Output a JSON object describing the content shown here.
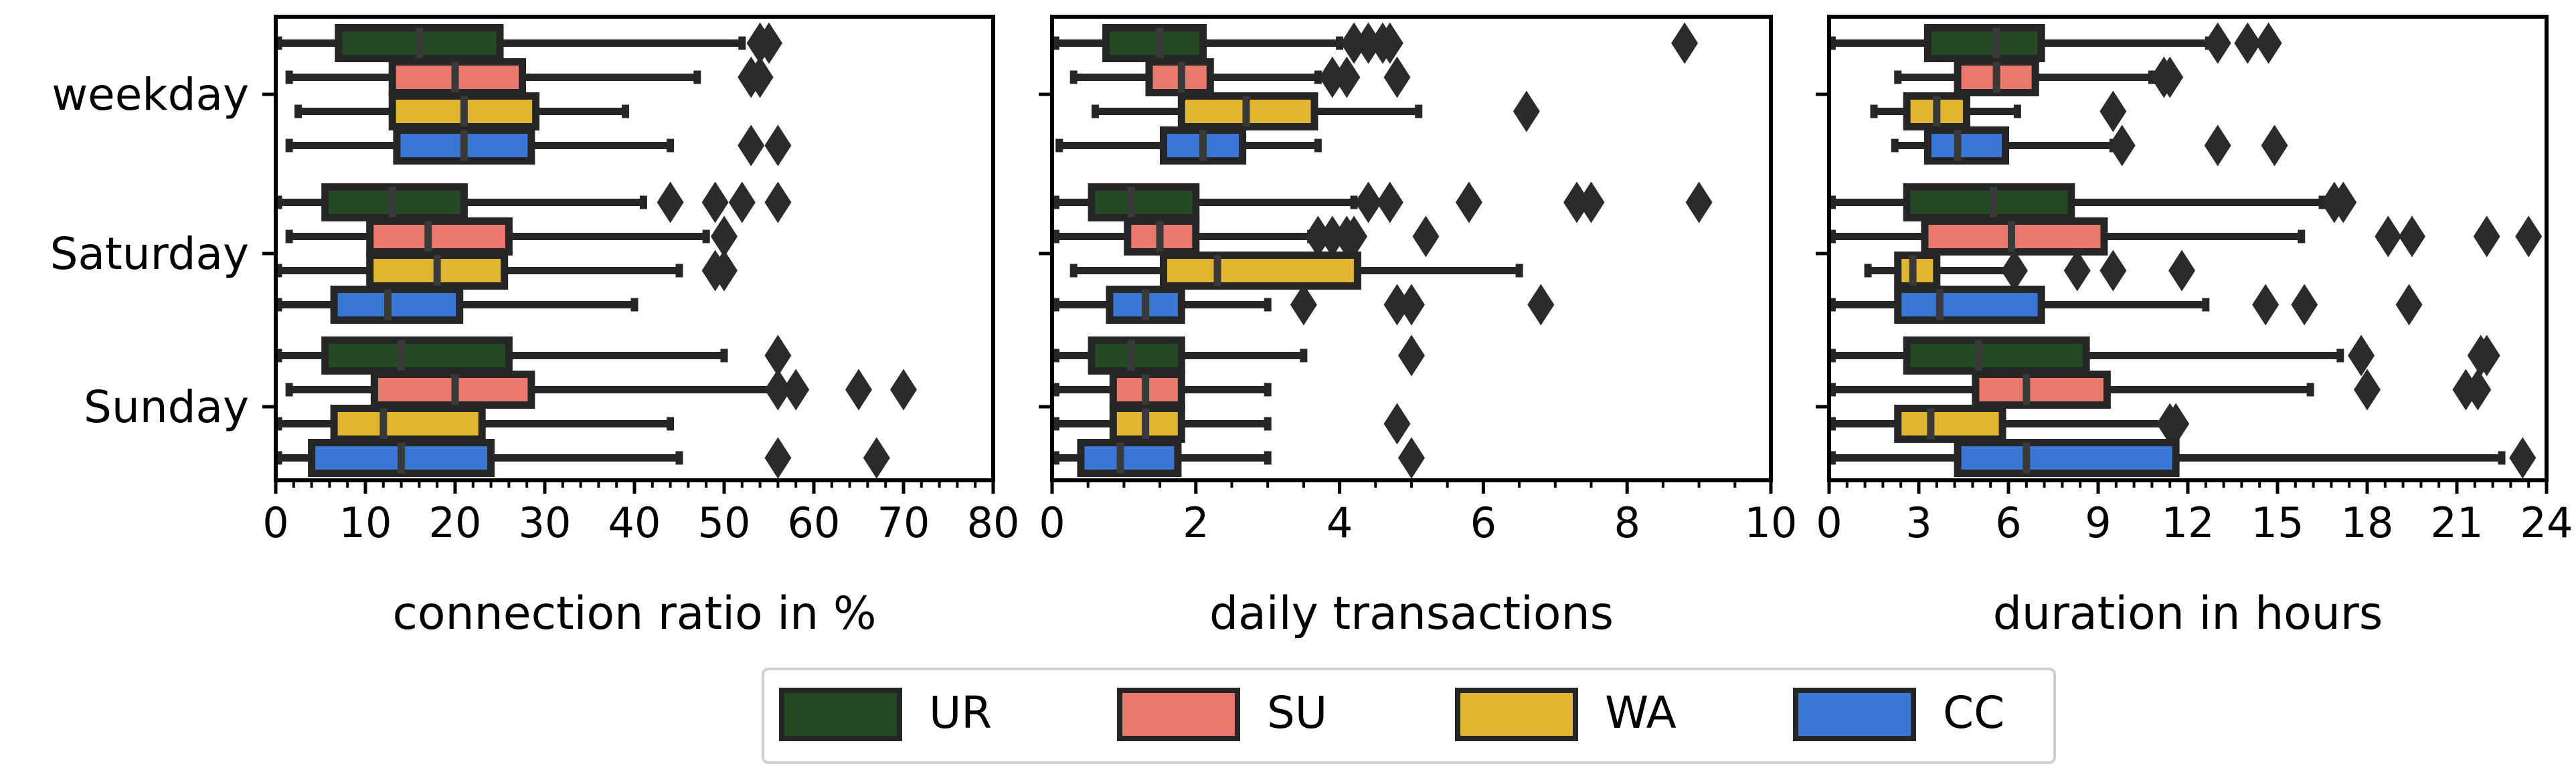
{
  "chart_data": [
    {
      "type": "boxplot",
      "orientation": "horizontal",
      "xlabel": "connection ratio in %",
      "ylabel": "",
      "xlim": [
        0,
        80
      ],
      "xticks": [
        0,
        10,
        20,
        30,
        40,
        50,
        60,
        70,
        80
      ],
      "xtick_labels": [
        "0",
        "10",
        "20",
        "30",
        "40",
        "50",
        "60",
        "70",
        "80"
      ],
      "categories": [
        "weekday",
        "Saturday",
        "Sunday"
      ],
      "series": [
        {
          "name": "UR",
          "color": "#234a23",
          "boxes": [
            {
              "whislo": 0.3,
              "q1": 7,
              "med": 16,
              "q3": 25,
              "whishi": 52,
              "fliers": [
                54,
                55
              ]
            },
            {
              "whislo": 0.3,
              "q1": 5.5,
              "med": 13,
              "q3": 21,
              "whishi": 41,
              "fliers": [
                44,
                49,
                52,
                56
              ]
            },
            {
              "whislo": 0.3,
              "q1": 5.5,
              "med": 14,
              "q3": 26,
              "whishi": 50,
              "fliers": [
                56
              ]
            }
          ]
        },
        {
          "name": "SU",
          "color": "#e8796c",
          "boxes": [
            {
              "whislo": 1.5,
              "q1": 13,
              "med": 20,
              "q3": 27.5,
              "whishi": 47,
              "fliers": [
                53,
                54
              ]
            },
            {
              "whislo": 1.5,
              "q1": 10.5,
              "med": 17,
              "q3": 26,
              "whishi": 48,
              "fliers": [
                50
              ]
            },
            {
              "whislo": 1.5,
              "q1": 11,
              "med": 20,
              "q3": 28.5,
              "whishi": 56,
              "fliers": [
                56,
                58,
                65,
                70
              ]
            }
          ]
        },
        {
          "name": "WA",
          "color": "#e0b630",
          "boxes": [
            {
              "whislo": 2.5,
              "q1": 13,
              "med": 21,
              "q3": 29,
              "whishi": 39,
              "fliers": []
            },
            {
              "whislo": 0.3,
              "q1": 10.5,
              "med": 18,
              "q3": 25.5,
              "whishi": 45,
              "fliers": [
                49,
                50
              ]
            },
            {
              "whislo": 0.3,
              "q1": 6.5,
              "med": 12,
              "q3": 23,
              "whishi": 44,
              "fliers": []
            }
          ]
        },
        {
          "name": "CC",
          "color": "#3a76d4",
          "boxes": [
            {
              "whislo": 1.5,
              "q1": 13.5,
              "med": 21,
              "q3": 28.5,
              "whishi": 44,
              "fliers": [
                53,
                56
              ]
            },
            {
              "whislo": 0.3,
              "q1": 6.5,
              "med": 12.5,
              "q3": 20.5,
              "whishi": 40,
              "fliers": []
            },
            {
              "whislo": 0.3,
              "q1": 4,
              "med": 14,
              "q3": 24,
              "whishi": 45,
              "fliers": [
                56,
                67
              ]
            }
          ]
        }
      ]
    },
    {
      "type": "boxplot",
      "orientation": "horizontal",
      "xlabel": "daily transactions",
      "ylabel": "",
      "xlim": [
        0,
        10
      ],
      "xticks": [
        0,
        2,
        4,
        6,
        8,
        10
      ],
      "xtick_labels": [
        "0",
        "2",
        "4",
        "6",
        "8",
        "10"
      ],
      "categories": [
        "weekday",
        "Saturday",
        "Sunday"
      ],
      "series": [
        {
          "name": "UR",
          "color": "#234a23",
          "boxes": [
            {
              "whislo": 0.05,
              "q1": 0.75,
              "med": 1.5,
              "q3": 2.1,
              "whishi": 4.0,
              "fliers": [
                4.2,
                4.4,
                4.6,
                4.7,
                8.8
              ]
            },
            {
              "whislo": 0.05,
              "q1": 0.55,
              "med": 1.1,
              "q3": 2.0,
              "whishi": 4.2,
              "fliers": [
                4.4,
                4.7,
                5.8,
                7.3,
                7.5,
                9.0
              ]
            },
            {
              "whislo": 0.05,
              "q1": 0.55,
              "med": 1.1,
              "q3": 1.8,
              "whishi": 3.5,
              "fliers": [
                5.0
              ]
            }
          ]
        },
        {
          "name": "SU",
          "color": "#e8796c",
          "boxes": [
            {
              "whislo": 0.3,
              "q1": 1.35,
              "med": 1.8,
              "q3": 2.2,
              "whishi": 3.7,
              "fliers": [
                3.9,
                4.1,
                4.8
              ]
            },
            {
              "whislo": 0.05,
              "q1": 1.05,
              "med": 1.5,
              "q3": 2.0,
              "whishi": 3.6,
              "fliers": [
                3.7,
                3.9,
                4.1,
                4.2,
                5.2
              ]
            },
            {
              "whislo": 0.05,
              "q1": 0.85,
              "med": 1.3,
              "q3": 1.8,
              "whishi": 3.0,
              "fliers": []
            }
          ]
        },
        {
          "name": "WA",
          "color": "#e0b630",
          "boxes": [
            {
              "whislo": 0.6,
              "q1": 1.8,
              "med": 2.7,
              "q3": 3.65,
              "whishi": 5.1,
              "fliers": [
                6.6
              ]
            },
            {
              "whislo": 0.3,
              "q1": 1.55,
              "med": 2.3,
              "q3": 4.25,
              "whishi": 6.5,
              "fliers": []
            },
            {
              "whislo": 0.05,
              "q1": 0.85,
              "med": 1.3,
              "q3": 1.8,
              "whishi": 3.0,
              "fliers": [
                4.8
              ]
            }
          ]
        },
        {
          "name": "CC",
          "color": "#3a76d4",
          "boxes": [
            {
              "whislo": 0.1,
              "q1": 1.55,
              "med": 2.1,
              "q3": 2.65,
              "whishi": 3.7,
              "fliers": []
            },
            {
              "whislo": 0.05,
              "q1": 0.8,
              "med": 1.3,
              "q3": 1.8,
              "whishi": 3.0,
              "fliers": [
                3.5,
                4.8,
                5.0,
                6.8
              ]
            },
            {
              "whislo": 0.05,
              "q1": 0.4,
              "med": 0.95,
              "q3": 1.75,
              "whishi": 3.0,
              "fliers": [
                5.0
              ]
            }
          ]
        }
      ]
    },
    {
      "type": "boxplot",
      "orientation": "horizontal",
      "xlabel": "duration in hours",
      "ylabel": "",
      "xlim": [
        0,
        24
      ],
      "xticks": [
        0,
        3,
        6,
        9,
        12,
        15,
        18,
        21,
        24
      ],
      "xtick_labels": [
        "0",
        "3",
        "6",
        "9",
        "12",
        "15",
        "18",
        "21",
        "24"
      ],
      "categories": [
        "weekday",
        "Saturday",
        "Sunday"
      ],
      "series": [
        {
          "name": "UR",
          "color": "#234a23",
          "boxes": [
            {
              "whislo": 0.1,
              "q1": 3.3,
              "med": 5.6,
              "q3": 7.1,
              "whishi": 12.7,
              "fliers": [
                13,
                14,
                14.7
              ]
            },
            {
              "whislo": 0.1,
              "q1": 2.6,
              "med": 5.5,
              "q3": 8.1,
              "whishi": 16.5,
              "fliers": [
                16.9,
                17.2
              ]
            },
            {
              "whislo": 0.1,
              "q1": 2.6,
              "med": 5.0,
              "q3": 8.6,
              "whishi": 17.1,
              "fliers": [
                17.8,
                21.8,
                22.0
              ]
            }
          ]
        },
        {
          "name": "SU",
          "color": "#e8796c",
          "boxes": [
            {
              "whislo": 2.3,
              "q1": 4.3,
              "med": 5.6,
              "q3": 6.9,
              "whishi": 10.8,
              "fliers": [
                11.2,
                11.4
              ]
            },
            {
              "whislo": 0.1,
              "q1": 3.2,
              "med": 6.1,
              "q3": 9.2,
              "whishi": 15.8,
              "fliers": [
                18.7,
                19.5,
                22.0,
                23.4
              ]
            },
            {
              "whislo": 0.1,
              "q1": 4.9,
              "med": 6.6,
              "q3": 9.3,
              "whishi": 16.1,
              "fliers": [
                18.0,
                21.3,
                21.7
              ]
            }
          ]
        },
        {
          "name": "WA",
          "color": "#e0b630",
          "boxes": [
            {
              "whislo": 1.5,
              "q1": 2.6,
              "med": 3.6,
              "q3": 4.6,
              "whishi": 6.3,
              "fliers": [
                9.5
              ]
            },
            {
              "whislo": 1.3,
              "q1": 2.3,
              "med": 2.8,
              "q3": 3.6,
              "whishi": 6.2,
              "fliers": [
                6.2,
                8.3,
                9.5,
                11.8
              ]
            },
            {
              "whislo": 0.1,
              "q1": 2.3,
              "med": 3.4,
              "q3": 5.8,
              "whishi": 11.3,
              "fliers": [
                11.4,
                11.6
              ]
            }
          ]
        },
        {
          "name": "CC",
          "color": "#3a76d4",
          "boxes": [
            {
              "whislo": 2.2,
              "q1": 3.3,
              "med": 4.3,
              "q3": 5.9,
              "whishi": 9.5,
              "fliers": [
                9.8,
                13.0,
                14.9
              ]
            },
            {
              "whislo": 0.1,
              "q1": 2.3,
              "med": 3.7,
              "q3": 7.1,
              "whishi": 12.6,
              "fliers": [
                14.6,
                15.9,
                19.4
              ]
            },
            {
              "whislo": 0.1,
              "q1": 4.3,
              "med": 6.6,
              "q3": 11.6,
              "whishi": 22.5,
              "fliers": [
                23.2
              ]
            }
          ]
        }
      ]
    }
  ],
  "legend": {
    "placement": "bottom-center",
    "entries": [
      {
        "label": "UR",
        "color": "#234a23"
      },
      {
        "label": "SU",
        "color": "#e8796c"
      },
      {
        "label": "WA",
        "color": "#e0b630"
      },
      {
        "label": "CC",
        "color": "#3a76d4"
      }
    ]
  }
}
